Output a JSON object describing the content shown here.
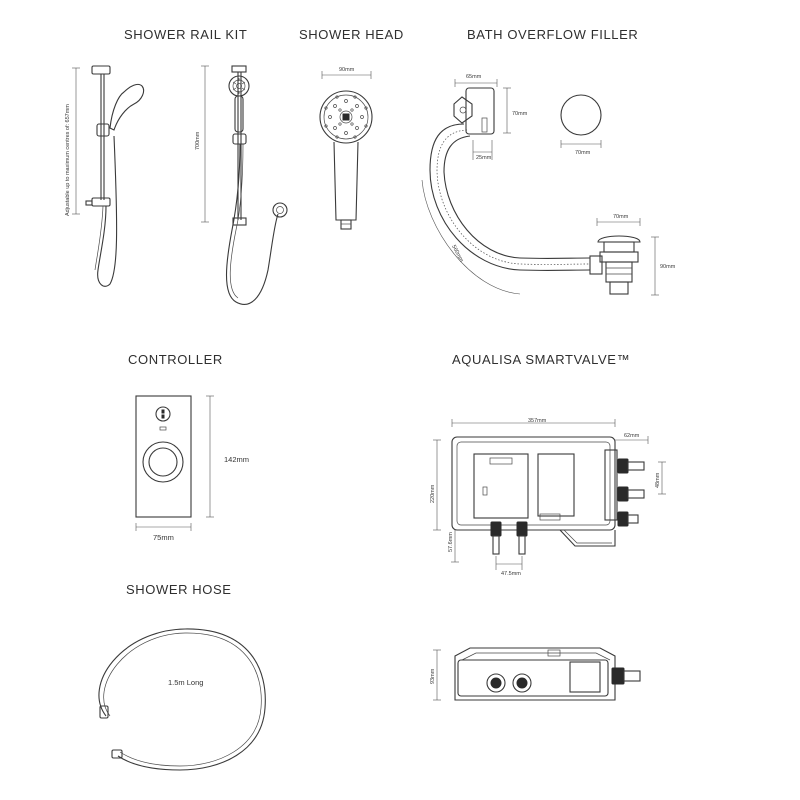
{
  "headings": {
    "shower_rail_kit": "SHOWER RAIL KIT",
    "shower_head": "SHOWER HEAD",
    "bath_overflow_filler": "BATH OVERFLOW FILLER",
    "controller": "CONTROLLER",
    "smartvalve": "AQUALISA SMARTVALVE™",
    "shower_hose": "SHOWER HOSE"
  },
  "dimensions": {
    "rail_adjustable": "Adjustable up to maximum centres of: 657mm",
    "rail_height": "700mm",
    "head_width": "90mm",
    "filler_top_width": "65mm",
    "filler_top_height": "70mm",
    "filler_top_depth": "25mm",
    "filler_round": "70mm",
    "filler_waste_width": "70mm",
    "filler_waste_height": "90mm",
    "filler_hose": "560mm",
    "controller_height": "142mm",
    "controller_width": "75mm",
    "valve_width": "357mm",
    "valve_side": "62mm",
    "valve_inlet_spacing": "48mm",
    "valve_height": "220mm",
    "valve_outlet_height": "57.6mm",
    "valve_outlet_centres": "47.5mm",
    "valve_depth": "93mm",
    "hose_length": "1.5m Long"
  }
}
